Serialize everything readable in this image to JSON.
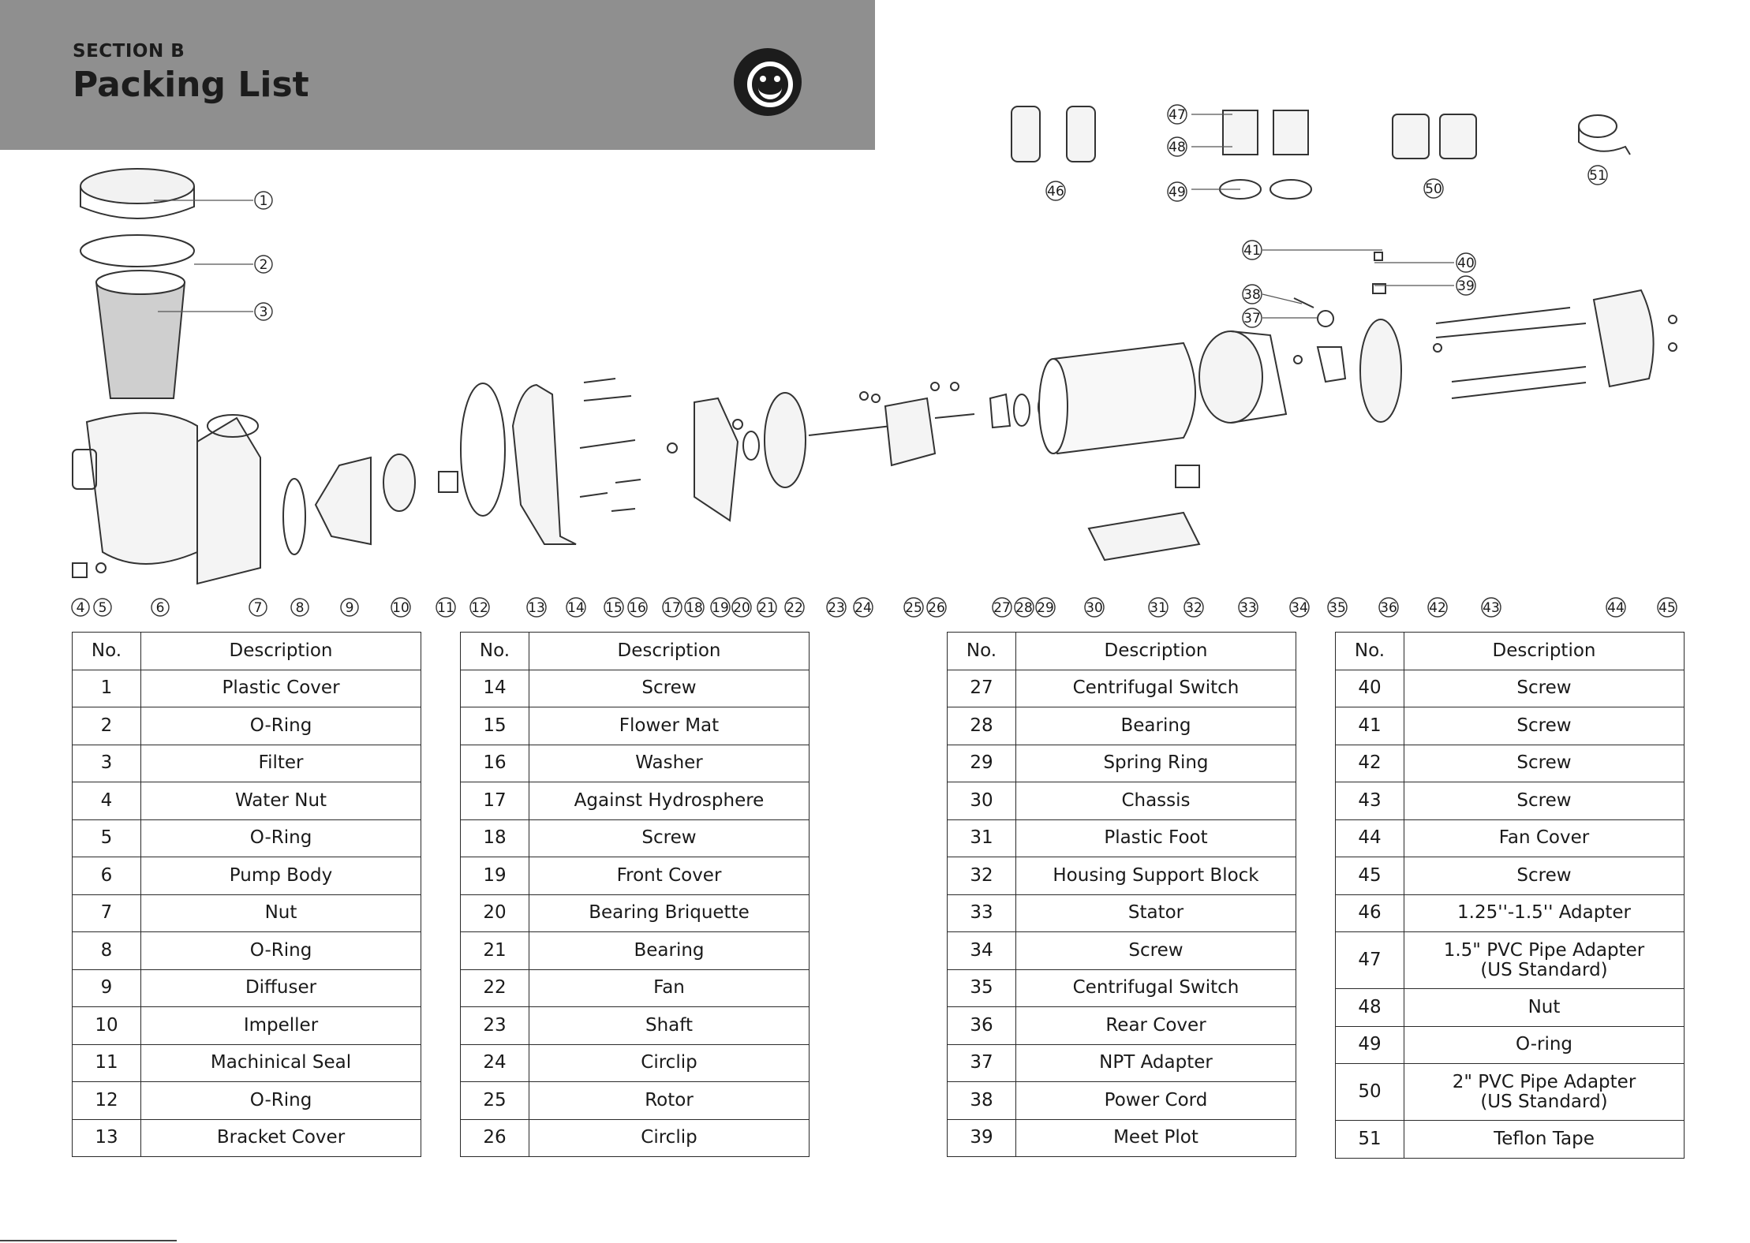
{
  "header": {
    "section": "SECTION B",
    "title": "Packing List"
  },
  "logo": {
    "icon": "smiley-face-icon",
    "color": "#1c1c1c"
  },
  "colors": {
    "header_band": "#8f8f8f",
    "ink": "#1a1a1a"
  },
  "callouts": [
    "1",
    "2",
    "3",
    "4",
    "5",
    "6",
    "7",
    "8",
    "9",
    "10",
    "11",
    "12",
    "13",
    "14",
    "15",
    "16",
    "17",
    "18",
    "19",
    "20",
    "21",
    "22",
    "23",
    "24",
    "25",
    "26",
    "27",
    "28",
    "29",
    "30",
    "31",
    "32",
    "33",
    "34",
    "35",
    "36",
    "37",
    "38",
    "39",
    "40",
    "41",
    "42",
    "43",
    "44",
    "45",
    "46",
    "47",
    "48",
    "49",
    "50",
    "51"
  ],
  "tables": [
    {
      "headers": [
        "No.",
        "Description"
      ],
      "rows": [
        {
          "no": "1",
          "desc": [
            "Plastic Cover"
          ]
        },
        {
          "no": "2",
          "desc": [
            "O-Ring"
          ]
        },
        {
          "no": "3",
          "desc": [
            "Filter"
          ]
        },
        {
          "no": "4",
          "desc": [
            "Water Nut"
          ]
        },
        {
          "no": "5",
          "desc": [
            "O-Ring"
          ]
        },
        {
          "no": "6",
          "desc": [
            "Pump Body"
          ]
        },
        {
          "no": "7",
          "desc": [
            "Nut"
          ]
        },
        {
          "no": "8",
          "desc": [
            "O-Ring"
          ]
        },
        {
          "no": "9",
          "desc": [
            "Diffuser"
          ]
        },
        {
          "no": "10",
          "desc": [
            "Impeller"
          ]
        },
        {
          "no": "11",
          "desc": [
            "Machinical Seal"
          ]
        },
        {
          "no": "12",
          "desc": [
            "O-Ring"
          ]
        },
        {
          "no": "13",
          "desc": [
            "Bracket Cover"
          ]
        }
      ]
    },
    {
      "headers": [
        "No.",
        "Description"
      ],
      "rows": [
        {
          "no": "14",
          "desc": [
            "Screw"
          ]
        },
        {
          "no": "15",
          "desc": [
            "Flower Mat"
          ]
        },
        {
          "no": "16",
          "desc": [
            "Washer"
          ]
        },
        {
          "no": "17",
          "desc": [
            "Against Hydrosphere"
          ]
        },
        {
          "no": "18",
          "desc": [
            "Screw"
          ]
        },
        {
          "no": "19",
          "desc": [
            "Front Cover"
          ]
        },
        {
          "no": "20",
          "desc": [
            "Bearing Briquette"
          ]
        },
        {
          "no": "21",
          "desc": [
            "Bearing"
          ]
        },
        {
          "no": "22",
          "desc": [
            "Fan"
          ]
        },
        {
          "no": "23",
          "desc": [
            "Shaft"
          ]
        },
        {
          "no": "24",
          "desc": [
            "Circlip"
          ]
        },
        {
          "no": "25",
          "desc": [
            "Rotor"
          ]
        },
        {
          "no": "26",
          "desc": [
            "Circlip"
          ]
        }
      ]
    },
    {
      "headers": [
        "No.",
        "Description"
      ],
      "rows": [
        {
          "no": "27",
          "desc": [
            "Centrifugal Switch"
          ]
        },
        {
          "no": "28",
          "desc": [
            "Bearing"
          ]
        },
        {
          "no": "29",
          "desc": [
            "Spring Ring"
          ]
        },
        {
          "no": "30",
          "desc": [
            "Chassis"
          ]
        },
        {
          "no": "31",
          "desc": [
            "Plastic Foot"
          ]
        },
        {
          "no": "32",
          "desc": [
            "Housing Support Block"
          ]
        },
        {
          "no": "33",
          "desc": [
            "Stator"
          ]
        },
        {
          "no": "34",
          "desc": [
            "Screw"
          ]
        },
        {
          "no": "35",
          "desc": [
            "Centrifugal Switch"
          ]
        },
        {
          "no": "36",
          "desc": [
            "Rear Cover"
          ]
        },
        {
          "no": "37",
          "desc": [
            "NPT Adapter"
          ]
        },
        {
          "no": "38",
          "desc": [
            "Power Cord"
          ]
        },
        {
          "no": "39",
          "desc": [
            "Meet Plot"
          ]
        }
      ]
    },
    {
      "headers": [
        "No.",
        "Description"
      ],
      "rows": [
        {
          "no": "40",
          "desc": [
            "Screw"
          ]
        },
        {
          "no": "41",
          "desc": [
            "Screw"
          ]
        },
        {
          "no": "42",
          "desc": [
            "Screw"
          ]
        },
        {
          "no": "43",
          "desc": [
            "Screw"
          ]
        },
        {
          "no": "44",
          "desc": [
            "Fan Cover"
          ]
        },
        {
          "no": "45",
          "desc": [
            "Screw"
          ]
        },
        {
          "no": "46",
          "desc": [
            "1.25''-1.5'' Adapter"
          ]
        },
        {
          "no": "47",
          "desc": [
            "1.5\" PVC Pipe Adapter",
            "(US Standard)"
          ]
        },
        {
          "no": "48",
          "desc": [
            "Nut"
          ]
        },
        {
          "no": "49",
          "desc": [
            "O-ring"
          ]
        },
        {
          "no": "50",
          "desc": [
            "2\" PVC Pipe Adapter",
            "(US Standard)"
          ]
        },
        {
          "no": "51",
          "desc": [
            "Teflon Tape"
          ]
        }
      ]
    }
  ]
}
